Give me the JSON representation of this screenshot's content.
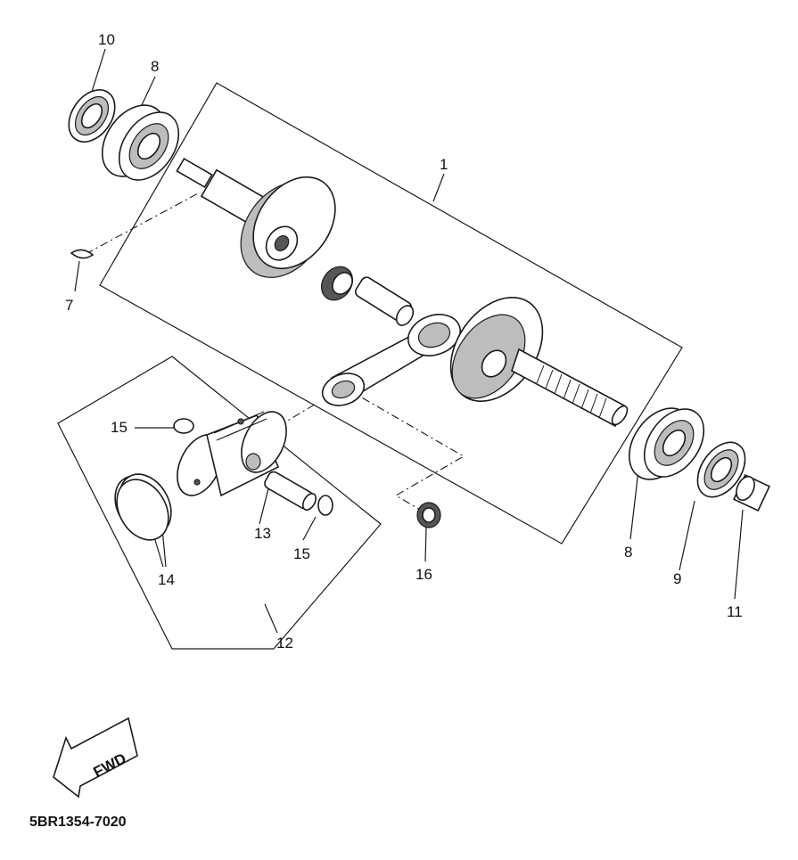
{
  "diagram": {
    "drawing_code": "5BR1354-7020",
    "direction_label": "FWD",
    "callouts": {
      "c1": "1",
      "c7": "7",
      "c8a": "8",
      "c8b": "8",
      "c9": "9",
      "c10": "10",
      "c11": "11",
      "c12": "12",
      "c13": "13",
      "c14": "14",
      "c15a": "15",
      "c15b": "15",
      "c16": "16"
    }
  }
}
